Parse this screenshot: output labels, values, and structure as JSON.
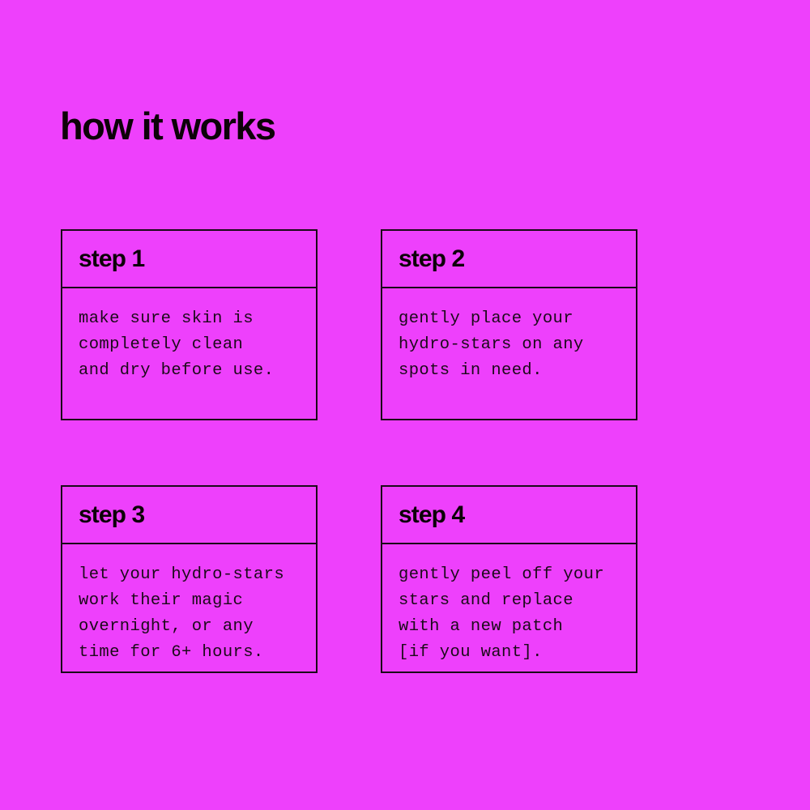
{
  "page": {
    "background_color": "#ee40fc",
    "ink_color": "#0d0208",
    "border_color": "#1b0a19",
    "title": "how it works"
  },
  "steps": [
    {
      "label": "step 1",
      "body": "make sure skin is\ncompletely clean\nand dry before use."
    },
    {
      "label": "step 2",
      "body": "gently place your\nhydro-stars on any\nspots in need."
    },
    {
      "label": "step 3",
      "body": "let your hydro-stars\nwork their magic\novernight, or any\ntime for 6+ hours."
    },
    {
      "label": "step 4",
      "body": "gently peel off your\nstars and replace\nwith a new patch\n[if you want]."
    }
  ]
}
